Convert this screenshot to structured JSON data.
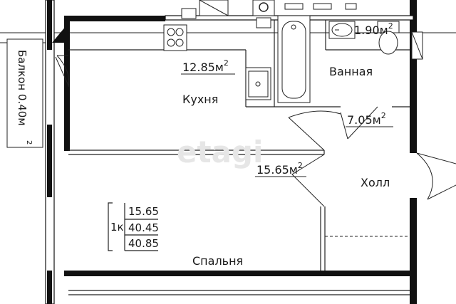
{
  "rooms": {
    "kitchen": {
      "name": "Кухня",
      "area": "12.85м"
    },
    "bathroom": {
      "name": "Ванная",
      "area": "7.05м"
    },
    "hall": {
      "name": "Холл"
    },
    "bedroom": {
      "name": "Спальня",
      "area": "15.65м"
    },
    "wc": {
      "area": "1.90м"
    },
    "balcony": {
      "name": "Балкон 0.40м"
    }
  },
  "area_superscript": "2",
  "summary_table": {
    "rooms_label": "1к",
    "living_area": "15.65",
    "total_area": "40.45",
    "area_with_balcony": "40.85"
  },
  "watermark": "etagi"
}
